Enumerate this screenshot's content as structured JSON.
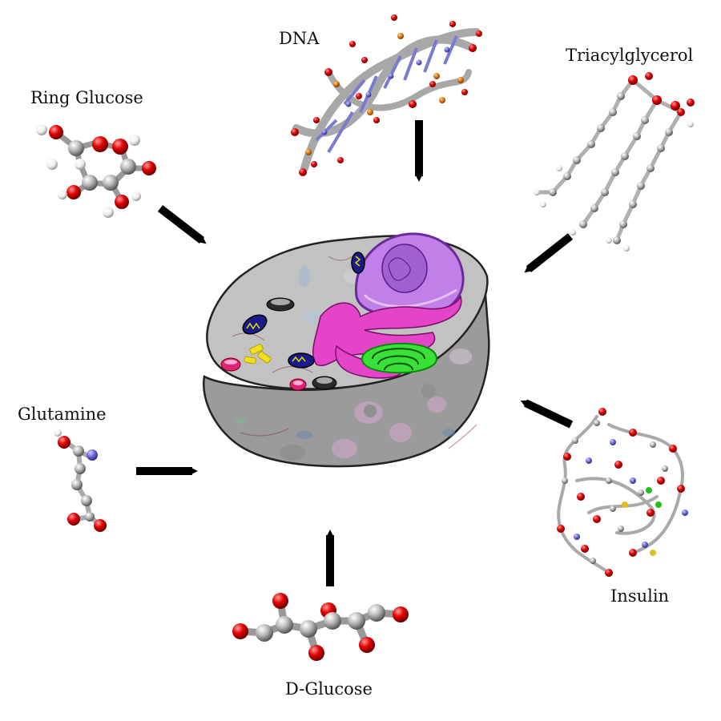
{
  "title": "",
  "labels": {
    "ring_glucose": "Ring Glucose",
    "dna": "DNA",
    "triacylglycerol": "Triacylglycerol",
    "glutamine": "Glutamine",
    "insulin": "Insulin",
    "d_glucose": "D-Glucose"
  },
  "colors": {
    "background": "#ffffff",
    "arrow": "#000000",
    "carbon_atom": "#b8b8b8",
    "oxygen_atom": "#e00000",
    "nitrogen_atom": "#7070d8",
    "hydrogen_atom": "#eeeeee",
    "phosphorus_atom": "#e08020",
    "cell_body": "#9a9a9a",
    "nucleus": "#b070e0",
    "endoplasmic_reticulum": "#e040c0",
    "golgi": "#30e030",
    "mitochondria": "#1a1a8a"
  },
  "icons": [
    "animal-cell-icon",
    "ring-glucose-molecule",
    "dna-double-helix",
    "triacylglycerol-molecule",
    "glutamine-molecule",
    "insulin-protein",
    "d-glucose-molecule",
    "arrow-icon"
  ]
}
